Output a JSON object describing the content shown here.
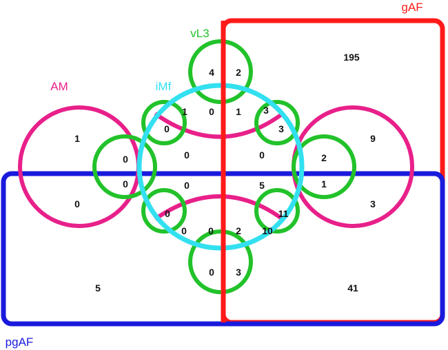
{
  "sets": {
    "gAF": {
      "label": "gAF",
      "color": "#ff1a1a"
    },
    "pgAF": {
      "label": "pgAF",
      "color": "#1a1adc"
    },
    "AM": {
      "label": "AM",
      "color": "#e8208a"
    },
    "vL3": {
      "label": "vL3",
      "color": "#22c22a"
    },
    "iMf": {
      "label": "iMf",
      "color": "#33e0f0"
    }
  },
  "counts": {
    "gAF_only": "195",
    "vL3_top_left": "4",
    "vL3_top_right": "2",
    "AM_left_top": "1",
    "AM_left_bottom": "0",
    "pgAF_only": "5",
    "pgAF_gAF": "41",
    "AM_right_top": "9",
    "AM_right_bottom": "3",
    "r_1_a": "1",
    "r_0_a": "0",
    "r_0_b": "0",
    "r_1_b": "1",
    "r_3_a": "3",
    "r_3_b": "3",
    "r_0_c": "0",
    "r_0_d": "0",
    "r_0_e": "0",
    "r_2_a": "2",
    "r_0_f": "0",
    "r_0_g": "0",
    "r_5": "5",
    "r_1_c": "1",
    "r_0_h": "0",
    "r_11": "11",
    "r_0_i": "0",
    "r_0_j": "0",
    "r_2_b": "2",
    "r_10": "10",
    "r_0_k": "0",
    "r_3_c": "3"
  }
}
